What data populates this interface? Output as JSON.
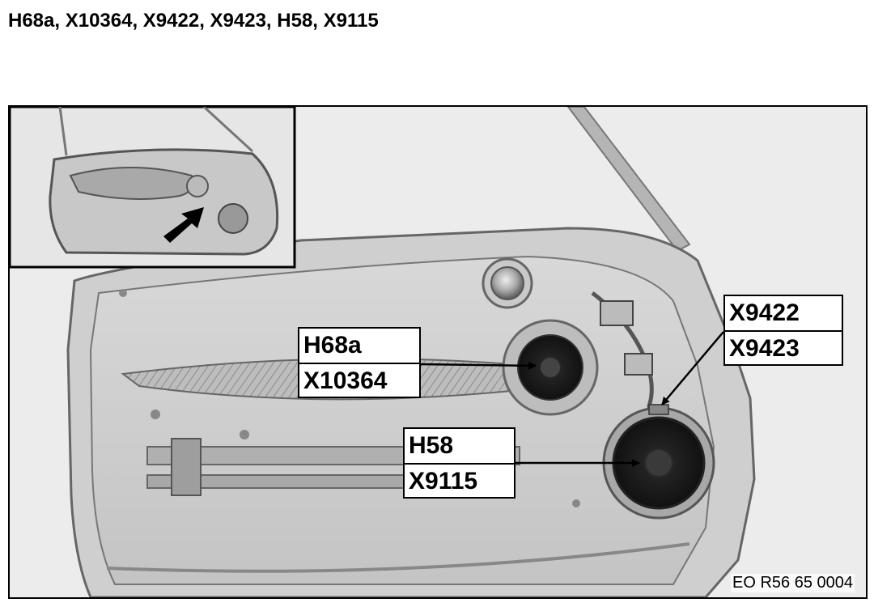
{
  "page": {
    "title": "H68a, X10364, X9422, X9423, H58, X9115"
  },
  "callouts": [
    {
      "name": "callout-h68a-x10364",
      "labels": [
        "H68a",
        "X10364"
      ]
    },
    {
      "name": "callout-x9422-x9423",
      "labels": [
        "X9422",
        "X9423"
      ]
    },
    {
      "name": "callout-h58-x9115",
      "labels": [
        "H58",
        "X9115"
      ]
    }
  ],
  "figure": {
    "code": "EO R56 65 0004"
  }
}
